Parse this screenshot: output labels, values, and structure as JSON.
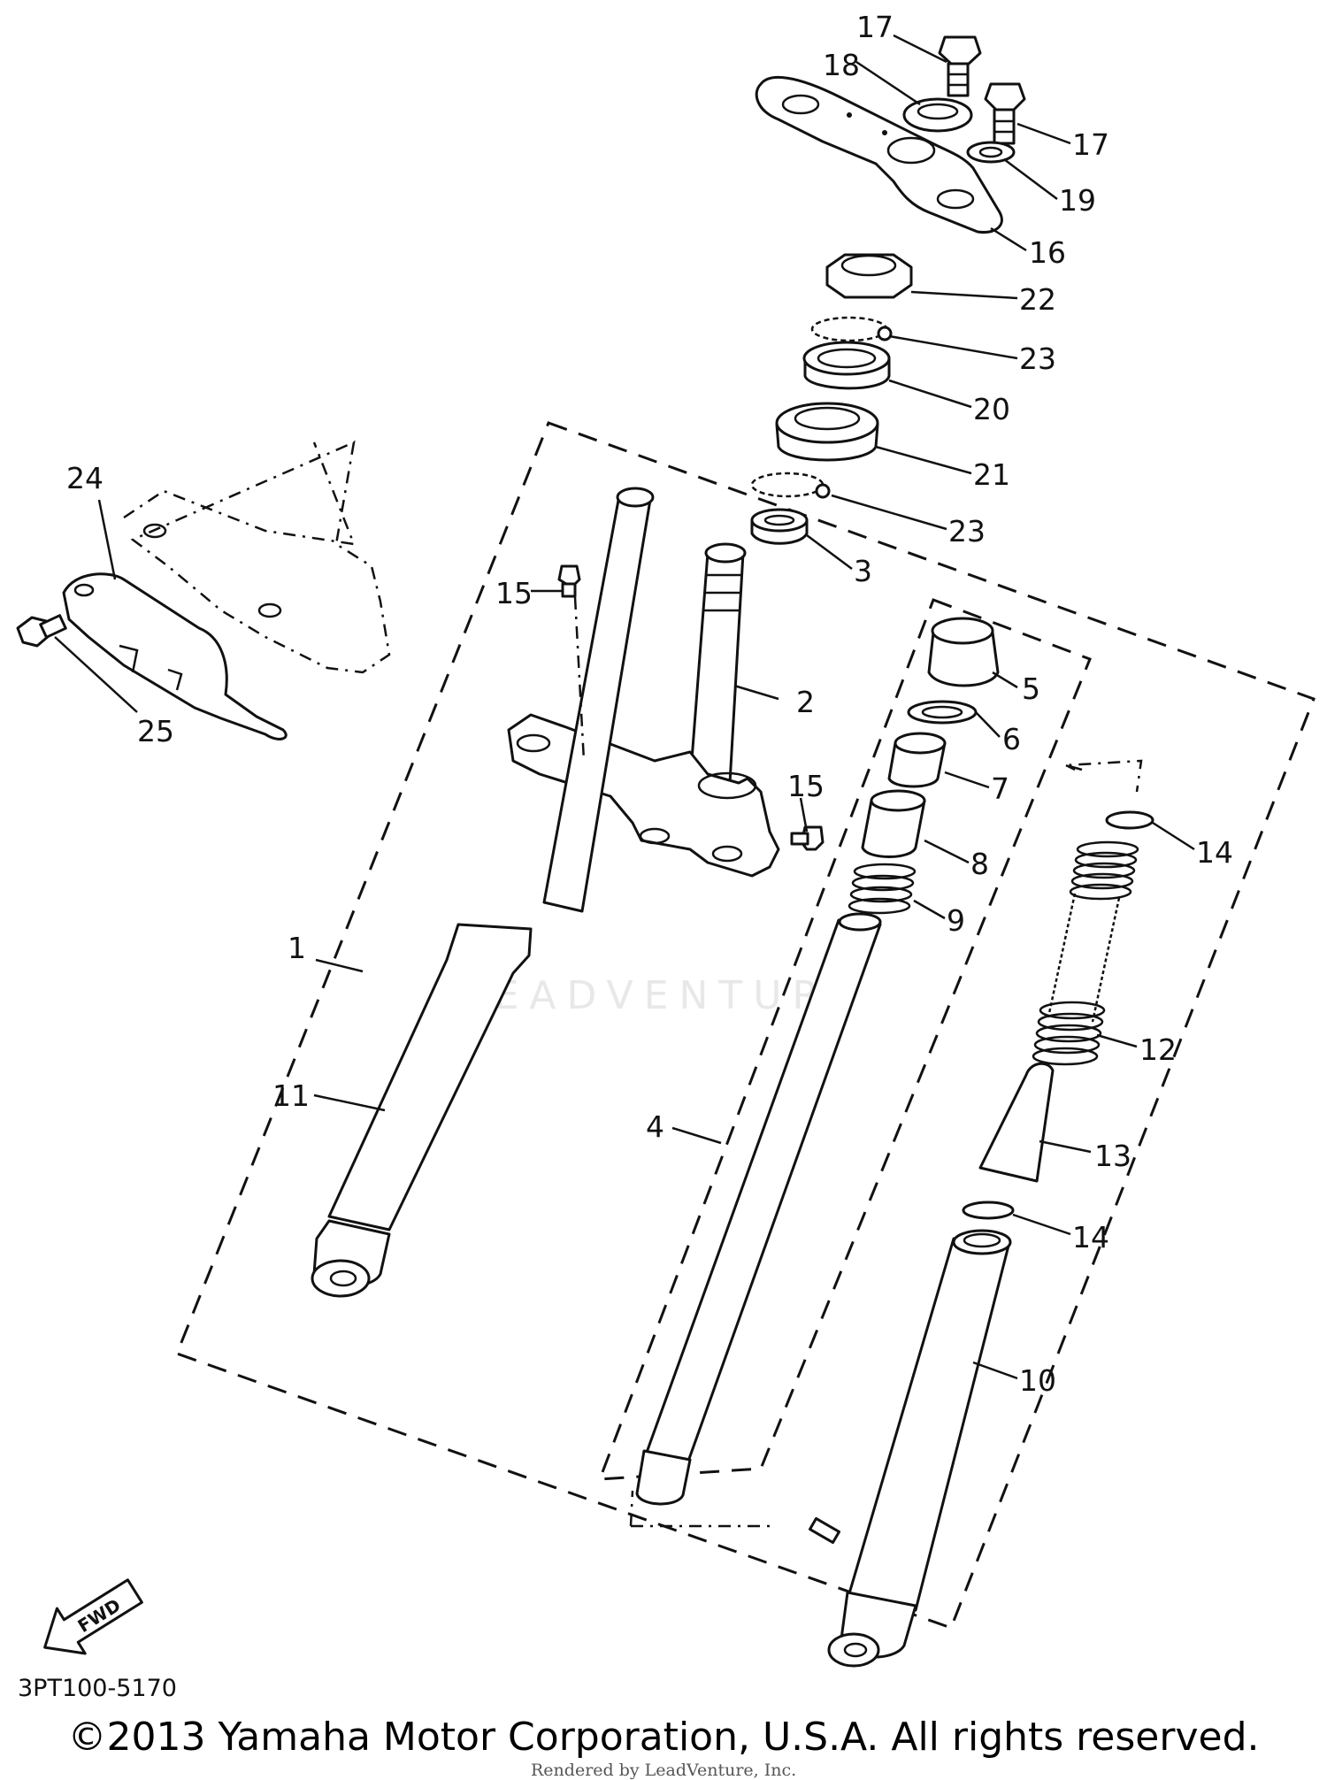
{
  "diagram_code": "3PT100-5170",
  "copyright": "©2013 Yamaha Motor Corporation, U.S.A. All rights reserved.",
  "rendered_by": "Rendered by LeadVenture, Inc.",
  "watermark": "LEADVENTURE",
  "fwd_label": "FWD",
  "callouts": {
    "c1": "1",
    "c2": "2",
    "c3": "3",
    "c4": "4",
    "c5": "5",
    "c6": "6",
    "c7": "7",
    "c8": "8",
    "c9": "9",
    "c10": "10",
    "c11": "11",
    "c12": "12",
    "c13": "13",
    "c14a": "14",
    "c14b": "14",
    "c15a": "15",
    "c15b": "15",
    "c16": "16",
    "c17a": "17",
    "c17b": "17",
    "c18": "18",
    "c19": "19",
    "c20": "20",
    "c21": "21",
    "c22": "22",
    "c23a": "23",
    "c23b": "23",
    "c24": "24",
    "c25": "25"
  }
}
